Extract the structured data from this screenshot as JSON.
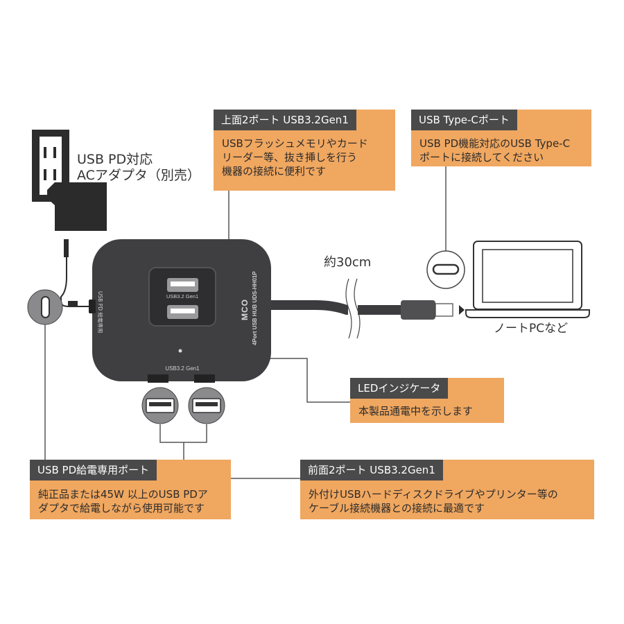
{
  "adapter": {
    "label_line1": "USB PD対応",
    "label_line2": "ACアダプタ（別売）"
  },
  "cable": {
    "length_label": "約30cm"
  },
  "laptop": {
    "label": "ノートPCなど"
  },
  "hub": {
    "top_ports_print": "USB3.2 Gen1",
    "front_ports_print": "USB3.2 Gen1",
    "model_print": "4Port USB HUB UDS-HH01P",
    "brand_print": "MCO",
    "side_print": "USB PD 給電専用"
  },
  "callouts": {
    "top_ports": {
      "title": "上面2ポート USB3.2Gen1",
      "lines": [
        "USBフラッシュメモリやカード",
        "リーダー等、抜き挿しを行う",
        "機器の接続に便利です"
      ]
    },
    "type_c": {
      "title": "USB Type-Cポート",
      "lines": [
        "USB PD機能対応のUSB Type-C",
        "ポートに接続してください"
      ]
    },
    "led": {
      "title": "LEDインジケータ",
      "lines": [
        "本製品通電中を示します"
      ]
    },
    "pd_port": {
      "title": "USB PD給電専用ポート",
      "lines": [
        "純正品または45W 以上のUSB PDア",
        "ダプタで給電しながら使用可能です"
      ]
    },
    "front_ports": {
      "title": "前面2ポート USB3.2Gen1",
      "lines": [
        "外付けUSBハードディスクドライブやプリンター等の",
        "ケーブル接続機器との接続に最適です"
      ]
    }
  },
  "colors": {
    "callout_fill": "#f0a760",
    "callout_header": "#4a4a4a",
    "hub_body": "#3f3f41",
    "line": "#555555"
  }
}
